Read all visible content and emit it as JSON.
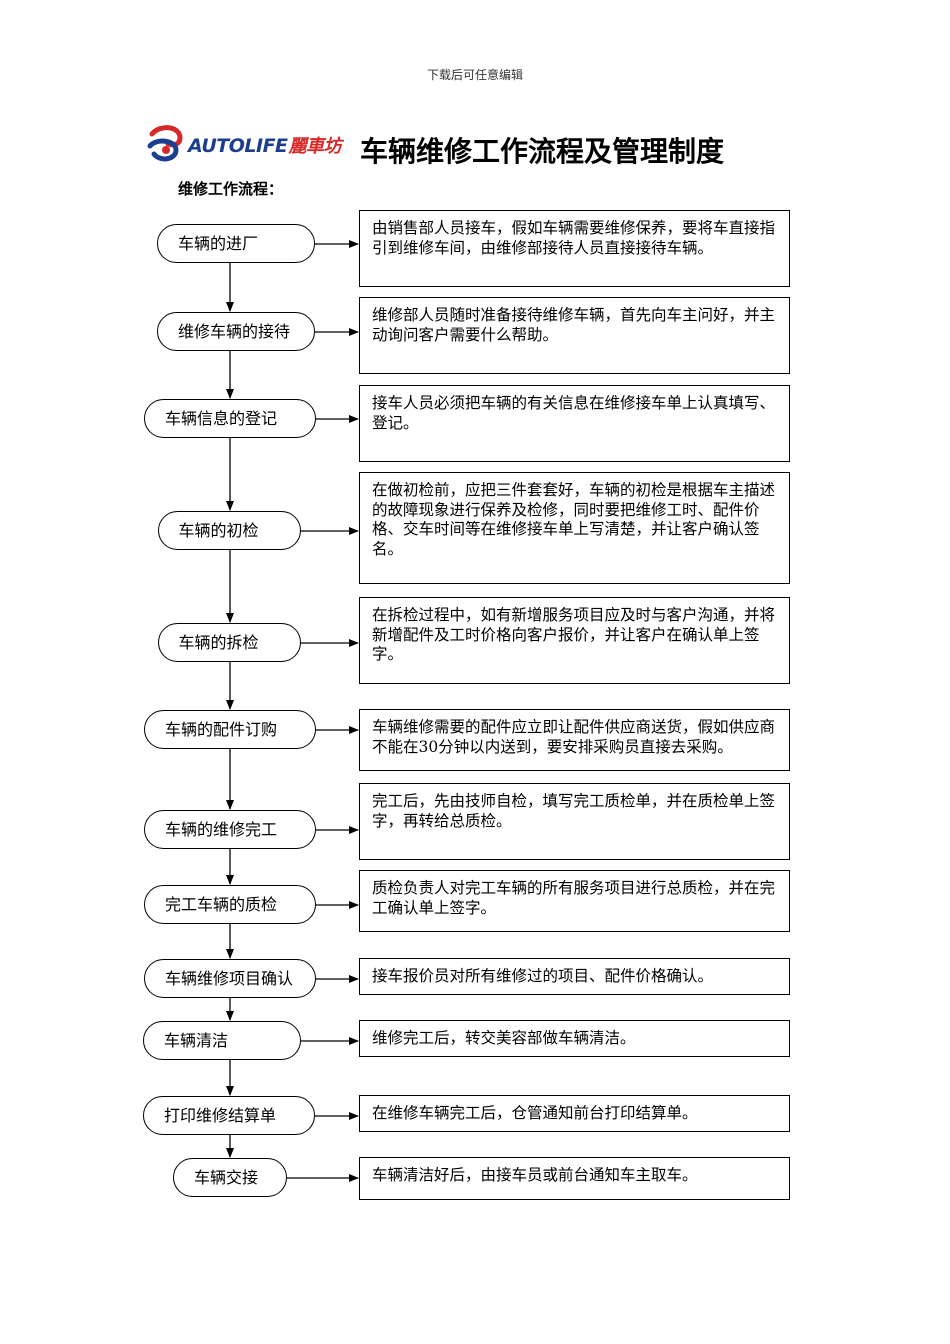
{
  "header_note": "下载后可任意编辑",
  "logo": {
    "latin": "AUTOLIFE",
    "chinese": "麗車坊"
  },
  "title": "车辆维修工作流程及管理制度",
  "subtitle": "维修工作流程：",
  "colors": {
    "logo_blue": "#1c3e8f",
    "logo_red": "#d62a2a"
  },
  "steps": [
    {
      "label": "车辆的进厂",
      "description": "由销售部人员接车，假如车辆需要维修保养，要将车直接指引到维修车间，由维修部接待人员直接接待车辆。"
    },
    {
      "label": "维修车辆的接待",
      "description": "维修部人员随时准备接待维修车辆，首先向车主问好，并主动询问客户需要什么帮助。"
    },
    {
      "label": "车辆信息的登记",
      "description": "接车人员必须把车辆的有关信息在维修接车单上认真填写、登记。"
    },
    {
      "label": "车辆的初检",
      "description": "在做初检前，应把三件套套好，车辆的初检是根据车主描述的故障现象进行保养及检修，同时要把维修工时、配件价格、交车时间等在维修接车单上写清楚，并让客户确认签名。"
    },
    {
      "label": "车辆的拆检",
      "description": "在拆检过程中，如有新增服务项目应及时与客户沟通，并将新增配件及工时价格向客户报价，并让客户在确认单上签字。"
    },
    {
      "label": "车辆的配件订购",
      "description": "车辆维修需要的配件应立即让配件供应商送货，假如供应商不能在30分钟以内送到，要安排采购员直接去采购。"
    },
    {
      "label": "车辆的维修完工",
      "description": "完工后，先由技师自检，填写完工质检单，并在质检单上签字，再转给总质检。"
    },
    {
      "label": "完工车辆的质检",
      "description": "质检负责人对完工车辆的所有服务项目进行总质检，并在完工确认单上签字。"
    },
    {
      "label": "车辆维修项目确认",
      "description": "接车报价员对所有维修过的项目、配件价格确认。"
    },
    {
      "label": "车辆清洁",
      "description": "维修完工后，转交美容部做车辆清洁。"
    },
    {
      "label": "打印维修结算单",
      "description": "在维修车辆完工后，仓管通知前台打印结算单。"
    },
    {
      "label": "车辆交接",
      "description": "车辆清洁好后，由接车员或前台通知车主取车。"
    }
  ]
}
